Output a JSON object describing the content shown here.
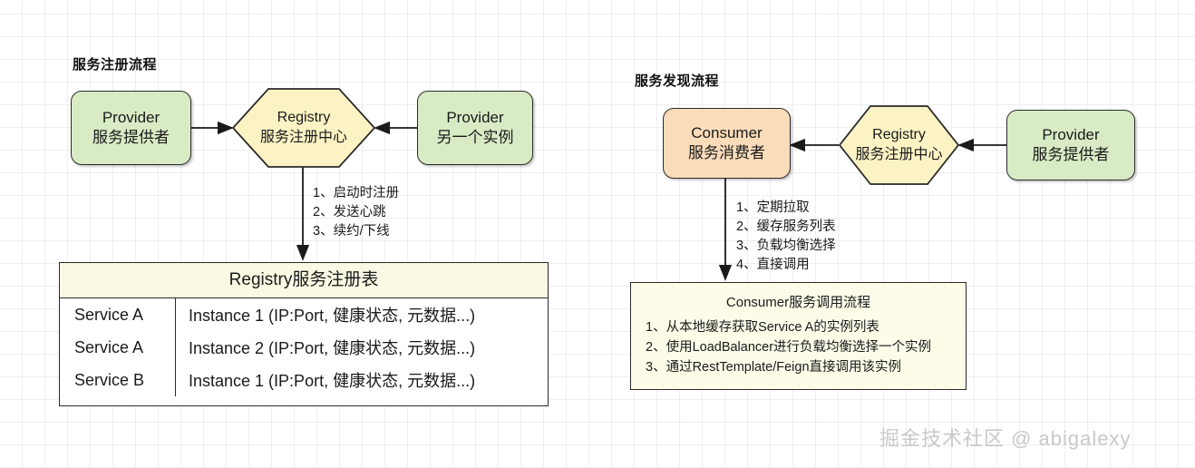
{
  "watermark": "掘金技术社区 @ abigalexy",
  "registration_flow": {
    "title": "服务注册流程",
    "provider_primary": {
      "line1": "Provider",
      "line2": "服务提供者"
    },
    "registry": {
      "line1": "Registry",
      "line2": "服务注册中心"
    },
    "provider_secondary": {
      "line1": "Provider",
      "line2": "另一个实例"
    },
    "steps": [
      "1、启动时注册",
      "2、发送心跳",
      "3、续约/下线"
    ],
    "table": {
      "header": "Registry服务注册表",
      "rows": [
        {
          "service": "Service A",
          "instance": "Instance 1 (IP:Port, 健康状态, 元数据...)"
        },
        {
          "service": "Service A",
          "instance": "Instance 2 (IP:Port, 健康状态, 元数据...)"
        },
        {
          "service": "Service B",
          "instance": "Instance 1 (IP:Port, 健康状态, 元数据...)"
        }
      ]
    }
  },
  "discovery_flow": {
    "title": "服务发现流程",
    "consumer": {
      "line1": "Consumer",
      "line2": "服务消费者"
    },
    "registry": {
      "line1": "Registry",
      "line2": "服务注册中心"
    },
    "provider": {
      "line1": "Provider",
      "line2": "服务提供者"
    },
    "steps": [
      "1、定期拉取",
      "2、缓存服务列表",
      "3、负载均衡选择",
      "4、直接调用"
    ],
    "panel": {
      "title": "Consumer服务调用流程",
      "items": [
        "1、从本地缓存获取Service A的实例列表",
        "2、使用LoadBalancer进行负载均衡选择一个实例",
        "3、通过RestTemplate/Feign直接调用该实例"
      ]
    }
  },
  "colors": {
    "provider_fill": "#d8ebc4",
    "consumer_fill": "#fadcba",
    "registry_fill": "#fbf3c4",
    "panel_fill": "#fcfce9",
    "table_header_fill": "#fafae4",
    "stroke": "#2a2a2a"
  }
}
